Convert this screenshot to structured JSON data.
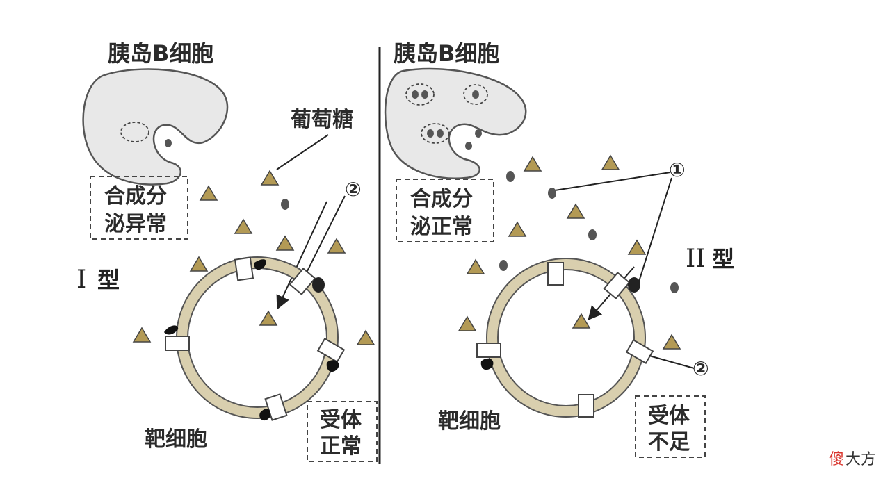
{
  "left_panel": {
    "cell_title": "胰岛B细胞",
    "note_line1": "合成分",
    "note_line2": "泌异常",
    "type_label_roman": "I",
    "type_label_suffix": "型",
    "target_label": "靶细胞",
    "receptor_line1": "受体",
    "receptor_line2": "正常",
    "glucose_label": "葡萄糖",
    "marker_2": "②"
  },
  "right_panel": {
    "cell_title": "胰岛B细胞",
    "note_line1": "合成分",
    "note_line2": "泌正常",
    "type_label_roman": "II",
    "type_label_suffix": "型",
    "target_label": "靶细胞",
    "receptor_line1": "受体",
    "receptor_line2": "不足",
    "marker_1": "①",
    "marker_2": "②"
  },
  "watermark": {
    "char1": "傻",
    "rest": "大方"
  },
  "colors": {
    "cell_fill": "#e8e8e8",
    "membrane": "#d9cfae",
    "glucose": "#b39a55",
    "insulin": "#555555",
    "watermark_red": "#d9332b",
    "watermark_dark": "#333333"
  }
}
